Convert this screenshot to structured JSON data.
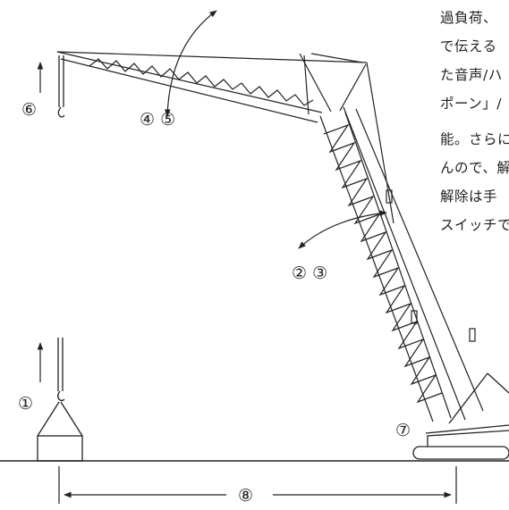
{
  "text_lines": [
    "過負荷、",
    "で伝える",
    "た音声/ハ",
    "ポーン」/",
    "能。さらに",
    "んので、解",
    "解除は手",
    "スイッチで"
  ],
  "labels": {
    "l1": "①",
    "l23": "② ③",
    "l45": "④ ⑤",
    "l6": "⑥",
    "l7": "⑦",
    "l8": "⑧"
  },
  "colors": {
    "line": "#222222",
    "background": "#ffffff"
  }
}
